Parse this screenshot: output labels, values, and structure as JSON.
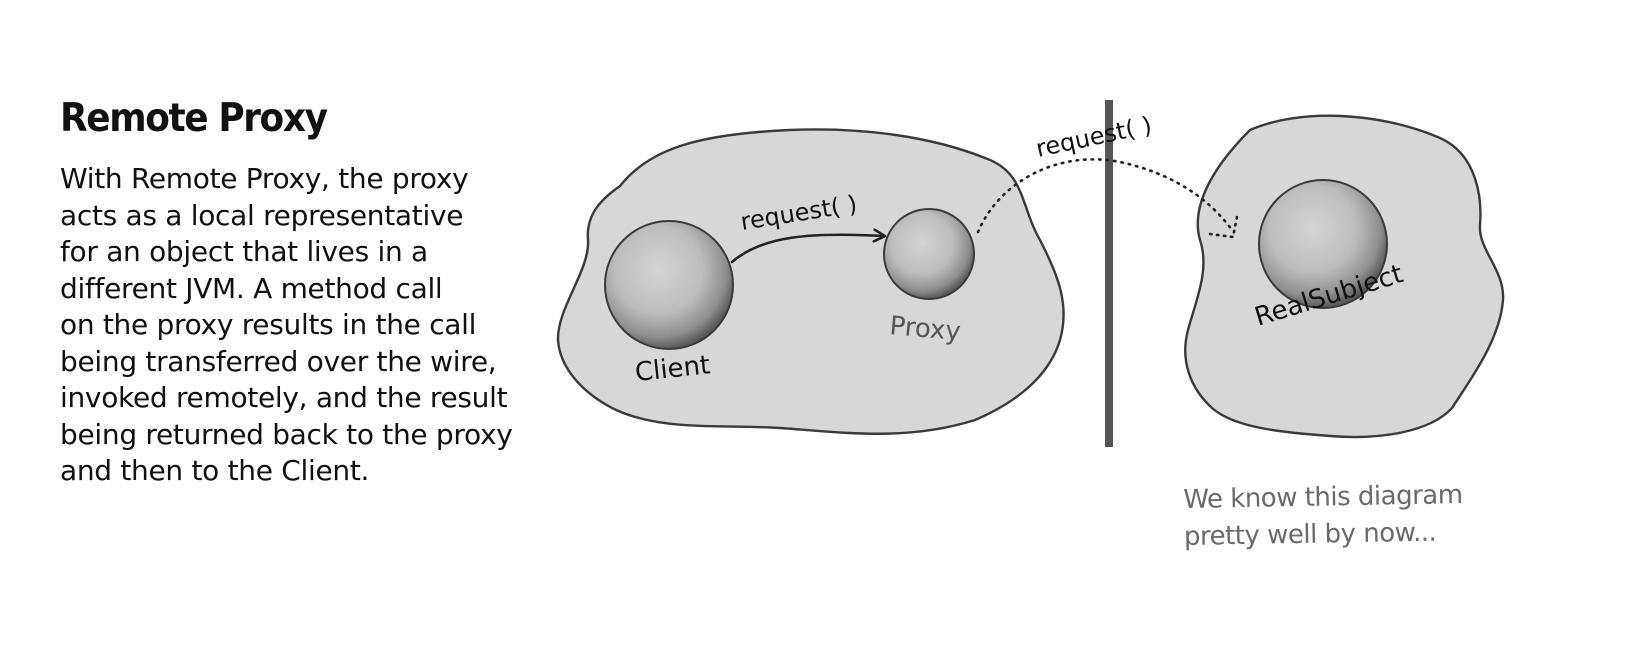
{
  "title": "Remote Proxy",
  "description_lines": [
    "With Remote Proxy, the proxy",
    "acts as a local representative",
    "for an object that lives in a",
    "different JVM. A method call",
    "on the proxy results in the call",
    "being transferred over the wire,",
    "invoked remotely, and the result",
    "being returned back to the proxy",
    "and then to the Client."
  ],
  "diagram": {
    "client_label": "Client",
    "proxy_label": "Proxy",
    "real_subject_label": "RealSubject",
    "local_call_label": "request( )",
    "remote_call_label": "request( )"
  },
  "note_lines": [
    "We know this diagram",
    "pretty well by now..."
  ],
  "colors": {
    "blob_fill": "#d7d7d7",
    "divider": "#555555",
    "note": "#6a6a6a"
  }
}
